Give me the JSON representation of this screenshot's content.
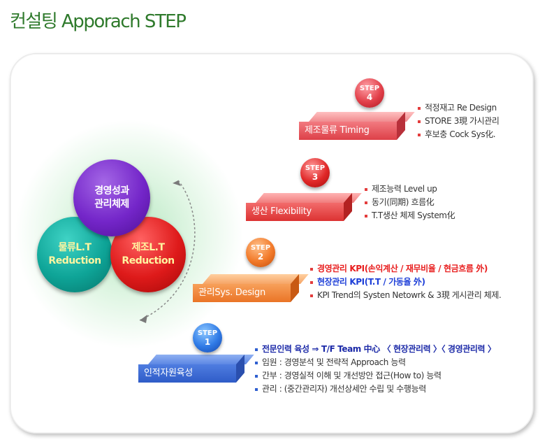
{
  "title": "컨설팅 Apporach STEP",
  "circles": {
    "top": {
      "line1": "경영성과",
      "line2": "관리체제"
    },
    "left": {
      "line1": "물류L.T",
      "line2": "Reduction"
    },
    "right": {
      "line1": "제조L.T",
      "line2": "Reduction"
    }
  },
  "steps": [
    {
      "step": "STEP",
      "number": "1",
      "label": "인적자원육성",
      "color": "#2f63d6",
      "bullets": [
        "전문인력 육성 ⇒ T/F Team 中心 〈 현장관리력 〉〈 경영관리력 〉",
        "임원 : 경영분석 및 전략적 Approach 능력",
        "간부 : 경영실적 이해 및 개선방안 접근(How to) 능력",
        "관리 : (중간관리자) 개선상세안 수립 및 수행능력"
      ]
    },
    {
      "step": "STEP",
      "number": "2",
      "label": "관리Sys. Design",
      "color": "#f07a2a",
      "bullets": [
        "경영관리 KPI(손익계산 / 재무비율 / 현금흐름 外)",
        "현장관리 KPI(T.T / 가동율 外)",
        "KPI Trend의 Systen Netowrk & 3現 게시관리 체제."
      ]
    },
    {
      "step": "STEP",
      "number": "3",
      "label": "생산 Flexibility",
      "color": "#e23a3a",
      "bullets": [
        "제조능력 Level up",
        "동기(同期) 흐름化",
        "T.T생산 체제 System化"
      ]
    },
    {
      "step": "STEP",
      "number": "4",
      "label": "제조물류 Timing",
      "color": "#e04a50",
      "bullets": [
        "적정재고 Re Design",
        "STORE 3現 가시관리",
        "후보충 Cock Sys化."
      ]
    }
  ]
}
